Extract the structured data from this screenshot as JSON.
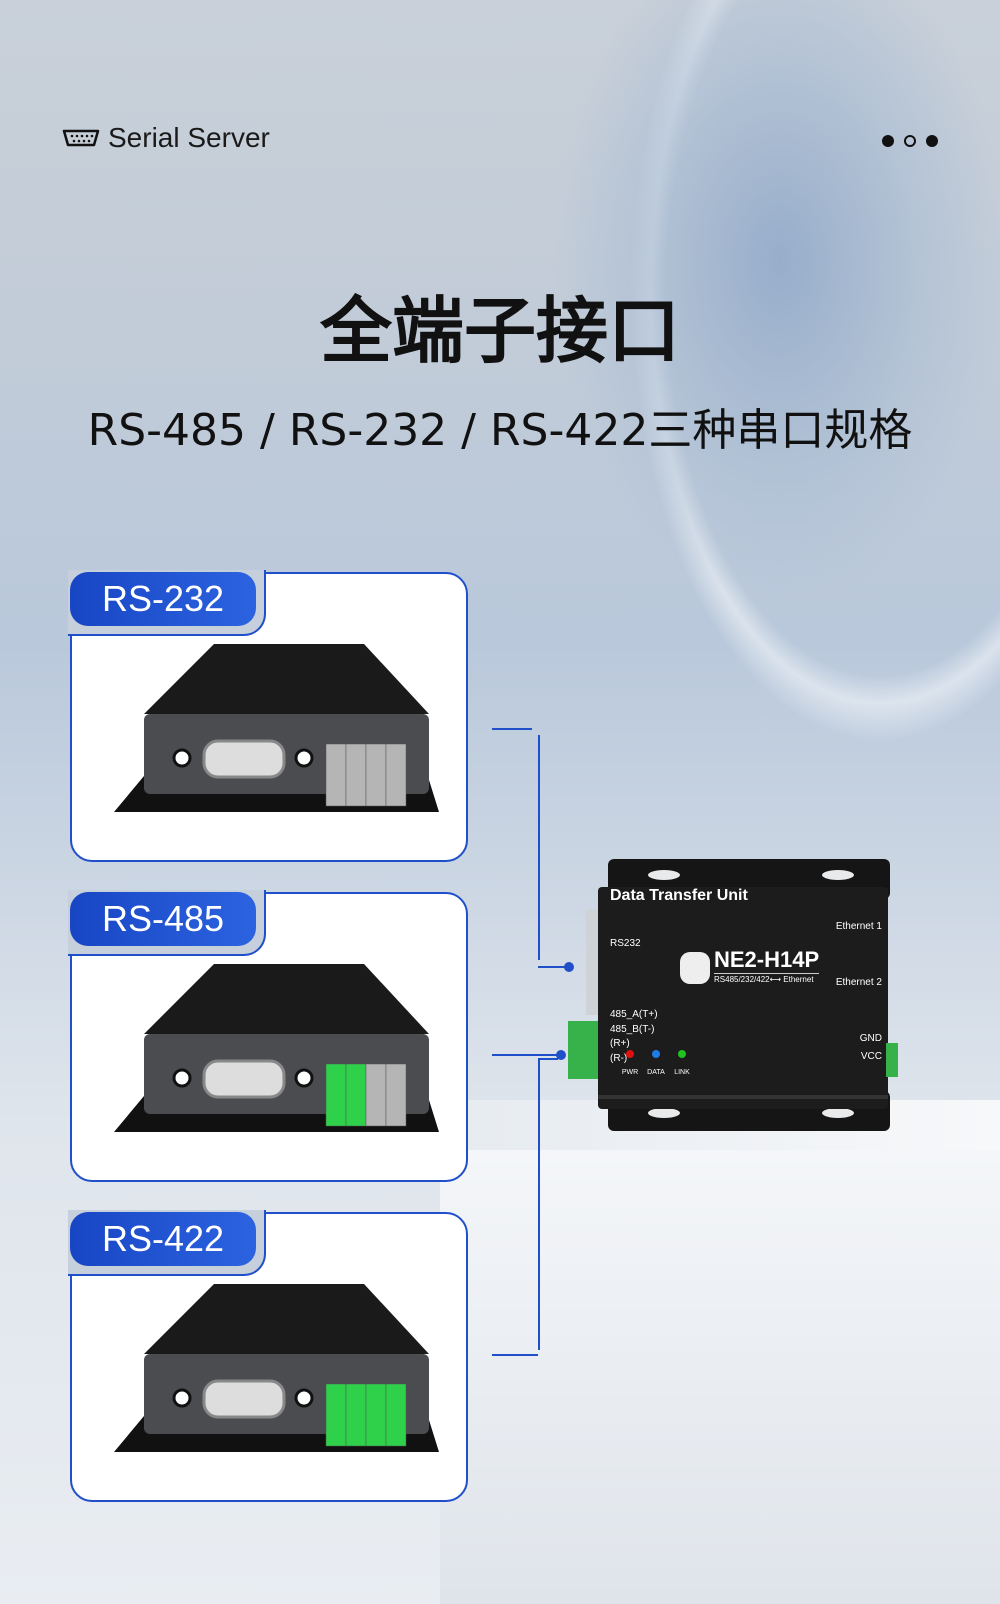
{
  "header": {
    "brand": "Serial Server",
    "icon": "serial-port-icon"
  },
  "pagination": {
    "dots": 3,
    "active_pattern": [
      "filled",
      "hollow",
      "filled"
    ]
  },
  "title": "全端子接口",
  "subtitle": "RS-485 / RS-232 / RS-422三种串口规格",
  "cards": [
    {
      "label": "RS-232"
    },
    {
      "label": "RS-485"
    },
    {
      "label": "RS-422"
    }
  ],
  "device": {
    "name": "Data Transfer Unit",
    "model": "NE2-H14P",
    "model_sub": "RS485/232/422⟷ Ethernet",
    "port_rs232": "RS232",
    "eth1": "Ethernet 1",
    "eth2": "Ethernet 2",
    "terminals": [
      "485_A(T+)",
      "485_B(T-)",
      "(R+)",
      "(R-)"
    ],
    "power": [
      "GND",
      "VCC"
    ],
    "leds": [
      {
        "label": "PWR",
        "color": "#e01010"
      },
      {
        "label": "DATA",
        "color": "#1e7be8"
      },
      {
        "label": "LINK",
        "color": "#1fc21f"
      }
    ]
  },
  "colors": {
    "accent": "#1f4fc9",
    "terminal_green": "#2fd14a"
  }
}
